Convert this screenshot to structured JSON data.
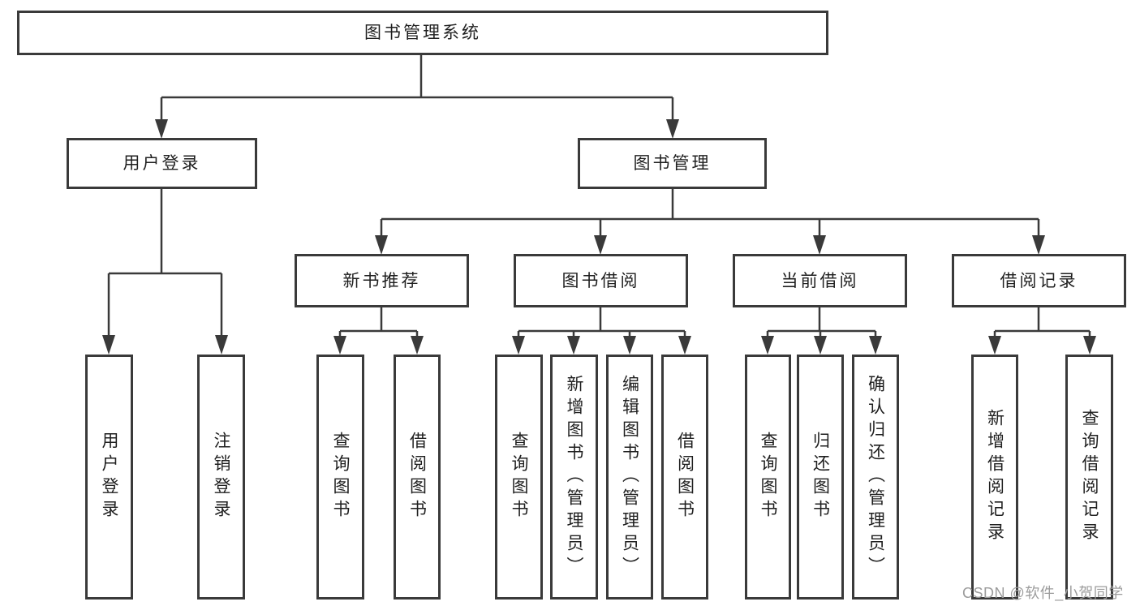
{
  "watermark": "CSDN @软件_小贺同学",
  "colors": {
    "line": "#3a3a3a",
    "box_border": "#3a3a3a",
    "box_background": "#ffffff",
    "text": "#1f1f1f",
    "watermark": "#9c9c9c",
    "page_background": "#ffffff"
  },
  "tree": {
    "label": "图书管理系统",
    "children": [
      {
        "label": "用户登录",
        "children": [
          {
            "label": "用户登录"
          },
          {
            "label": "注销登录"
          }
        ]
      },
      {
        "label": "图书管理",
        "children": [
          {
            "label": "新书推荐",
            "children": [
              {
                "label": "查询图书"
              },
              {
                "label": "借阅图书"
              }
            ]
          },
          {
            "label": "图书借阅",
            "children": [
              {
                "label": "查询图书"
              },
              {
                "label": "新增图书（管理员）"
              },
              {
                "label": "编辑图书（管理员）"
              },
              {
                "label": "借阅图书"
              }
            ]
          },
          {
            "label": "当前借阅",
            "children": [
              {
                "label": "查询图书"
              },
              {
                "label": "归还图书"
              },
              {
                "label": "确认归还（管理员）"
              }
            ]
          },
          {
            "label": "借阅记录",
            "children": [
              {
                "label": "新增借阅记录"
              },
              {
                "label": "查询借阅记录"
              }
            ]
          }
        ]
      }
    ]
  }
}
